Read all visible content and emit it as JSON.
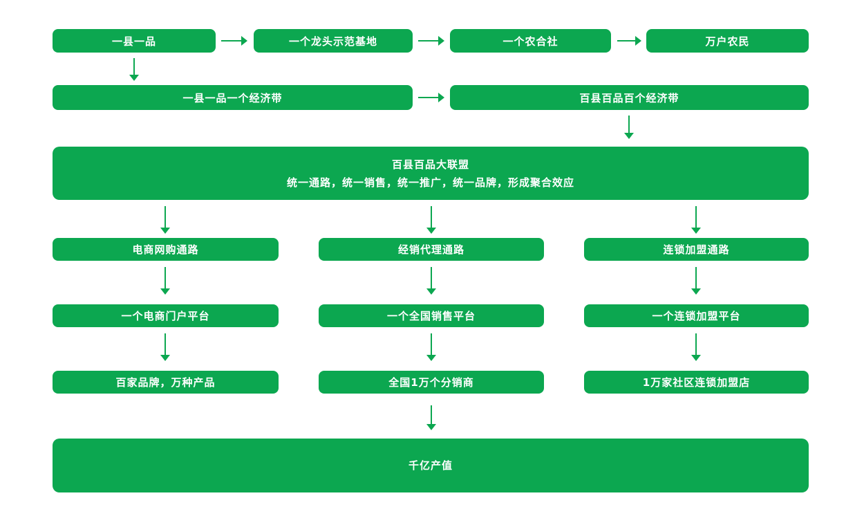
{
  "colors": {
    "node_green": "#0CA750",
    "arrow_green": "#0CA750",
    "text_white": "#ffffff",
    "background": "#ffffff"
  },
  "diagram": {
    "row1": {
      "box1": "一县一品",
      "box2": "一个龙头示范基地",
      "box3": "一个农合社",
      "box4": "万户农民"
    },
    "row2": {
      "box1": "一县一品一个经济带",
      "box2": "百县百品百个经济带"
    },
    "alliance": {
      "line1": "百县百品大联盟",
      "line2": "统一通路，统一销售，统一推广，统一品牌，形成聚合效应"
    },
    "channels": {
      "ecommerce": "电商网购通路",
      "distribution": "经销代理通路",
      "franchise": "连锁加盟通路"
    },
    "platforms": {
      "ecommerce": "一个电商门户平台",
      "distribution": "一个全国销售平台",
      "franchise": "一个连锁加盟平台"
    },
    "scale": {
      "ecommerce": "百家品牌，万种产品",
      "distribution": "全国1万个分销商",
      "franchise": "1万家社区连锁加盟店"
    },
    "result": "千亿产值"
  }
}
